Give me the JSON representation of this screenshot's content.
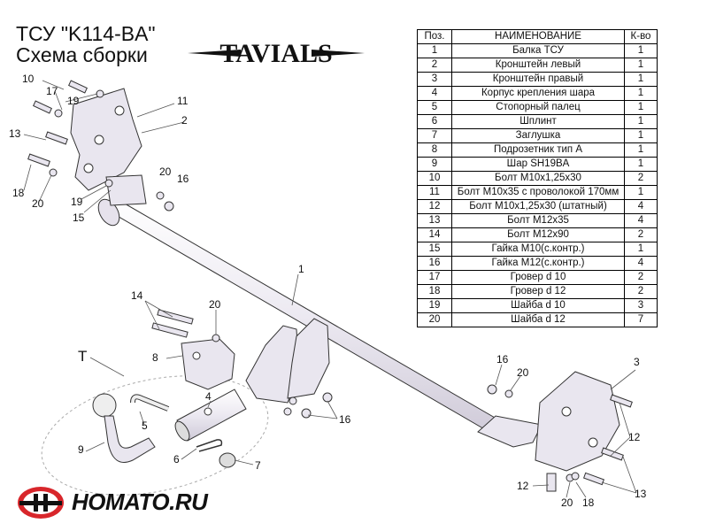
{
  "header": {
    "title_line1": "ТСУ  \"K114-BA\"",
    "title_line2": "Схема сборки",
    "brand": "TAVIALS"
  },
  "table": {
    "headers": {
      "pos": "Поз.",
      "name": "НАИМЕНОВАНИЕ",
      "qty": "К-во"
    },
    "rows": [
      {
        "pos": "1",
        "name": "Балка ТСУ",
        "qty": "1"
      },
      {
        "pos": "2",
        "name": "Кронштейн левый",
        "qty": "1"
      },
      {
        "pos": "3",
        "name": "Кронштейн правый",
        "qty": "1"
      },
      {
        "pos": "4",
        "name": "Корпус крепления шара",
        "qty": "1"
      },
      {
        "pos": "5",
        "name": "Стопорный палец",
        "qty": "1"
      },
      {
        "pos": "6",
        "name": "Шплинт",
        "qty": "1"
      },
      {
        "pos": "7",
        "name": "Заглушка",
        "qty": "1"
      },
      {
        "pos": "8",
        "name": "Подрозетник тип А",
        "qty": "1"
      },
      {
        "pos": "9",
        "name": "Шар SH19BA",
        "qty": "1"
      },
      {
        "pos": "10",
        "name": "Болт М10х1,25х30",
        "qty": "2"
      },
      {
        "pos": "11",
        "name": "Болт М10х35 с проволокой 170мм",
        "qty": "1"
      },
      {
        "pos": "12",
        "name": "Болт М10х1,25х30 (штатный)",
        "qty": "4"
      },
      {
        "pos": "13",
        "name": "Болт М12х35",
        "qty": "4"
      },
      {
        "pos": "14",
        "name": "Болт М12х90",
        "qty": "2"
      },
      {
        "pos": "15",
        "name": "Гайка М10(с.контр.)",
        "qty": "1"
      },
      {
        "pos": "16",
        "name": "Гайка М12(с.контр.)",
        "qty": "4"
      },
      {
        "pos": "17",
        "name": "Гровер d 10",
        "qty": "2"
      },
      {
        "pos": "18",
        "name": "Гровер d 12",
        "qty": "2"
      },
      {
        "pos": "19",
        "name": "Шайба d 10",
        "qty": "3"
      },
      {
        "pos": "20",
        "name": "Шайба d 12",
        "qty": "7"
      }
    ]
  },
  "callouts": {
    "n1": "1",
    "n2": "2",
    "n3": "3",
    "n4": "4",
    "n5": "5",
    "n6": "6",
    "n7": "7",
    "n8": "8",
    "n9": "9",
    "n10": "10",
    "n11": "11",
    "n12": "12",
    "n13": "13",
    "n14": "14",
    "n15": "15",
    "n16": "16",
    "n17": "17",
    "n18": "18",
    "n19": "19",
    "n20": "20",
    "T": "T"
  },
  "footer": {
    "site": "HOMATO.RU"
  },
  "colors": {
    "part_fill": "#e9e6ef",
    "part_stroke": "#333333",
    "logo_red": "#d8262b"
  }
}
